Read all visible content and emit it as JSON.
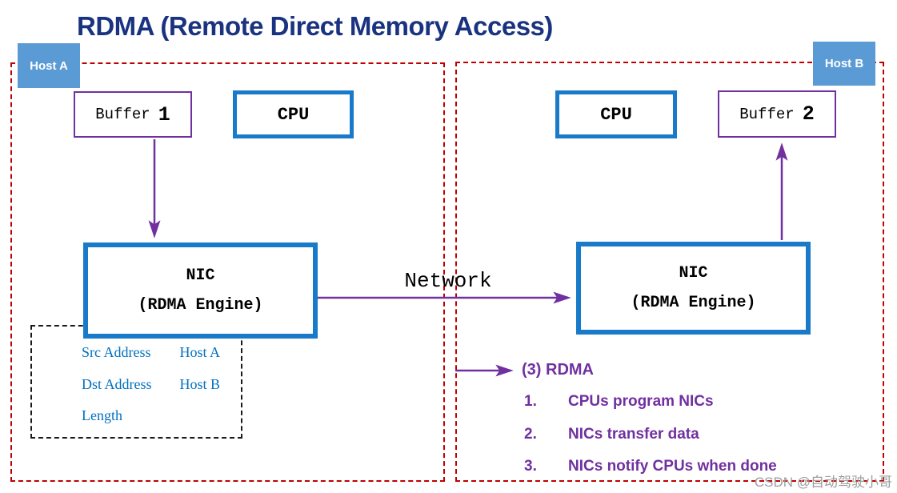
{
  "title": "RDMA (Remote Direct Memory Access)",
  "hosts": {
    "a_label": "Host A",
    "b_label": "Host B"
  },
  "boxes": {
    "buffer1": {
      "word": "Buffer",
      "num": "1"
    },
    "buffer2": {
      "word": "Buffer",
      "num": "2"
    },
    "cpu_a": "CPU",
    "cpu_b": "CPU",
    "nic_a": {
      "line1": "NIC",
      "line2": "(RDMA Engine)"
    },
    "nic_b": {
      "line1": "NIC",
      "line2": "(RDMA Engine)"
    }
  },
  "network_label": "Network",
  "params": {
    "rows": [
      {
        "label": "Src Address",
        "value": "Host A"
      },
      {
        "label": "Dst Address",
        "value": "Host B"
      },
      {
        "label": "Length",
        "value": ""
      }
    ]
  },
  "rdma_note": {
    "heading": "(3) RDMA",
    "steps": [
      {
        "num": "1.",
        "text": "CPUs program NICs"
      },
      {
        "num": "2.",
        "text": "NICs transfer data"
      },
      {
        "num": "3.",
        "text": "NICs notify CPUs when done"
      }
    ]
  },
  "watermark": "CSDN @自动驾驶小哥",
  "colors": {
    "title_navy": "#1A3380",
    "host_dash_red": "#C00000",
    "badge_blue": "#5B9BD5",
    "box_border_blue": "#187AC8",
    "purple": "#7030A0",
    "param_text_blue": "#0070C0",
    "watermark_gray": "#9E9E9E"
  }
}
